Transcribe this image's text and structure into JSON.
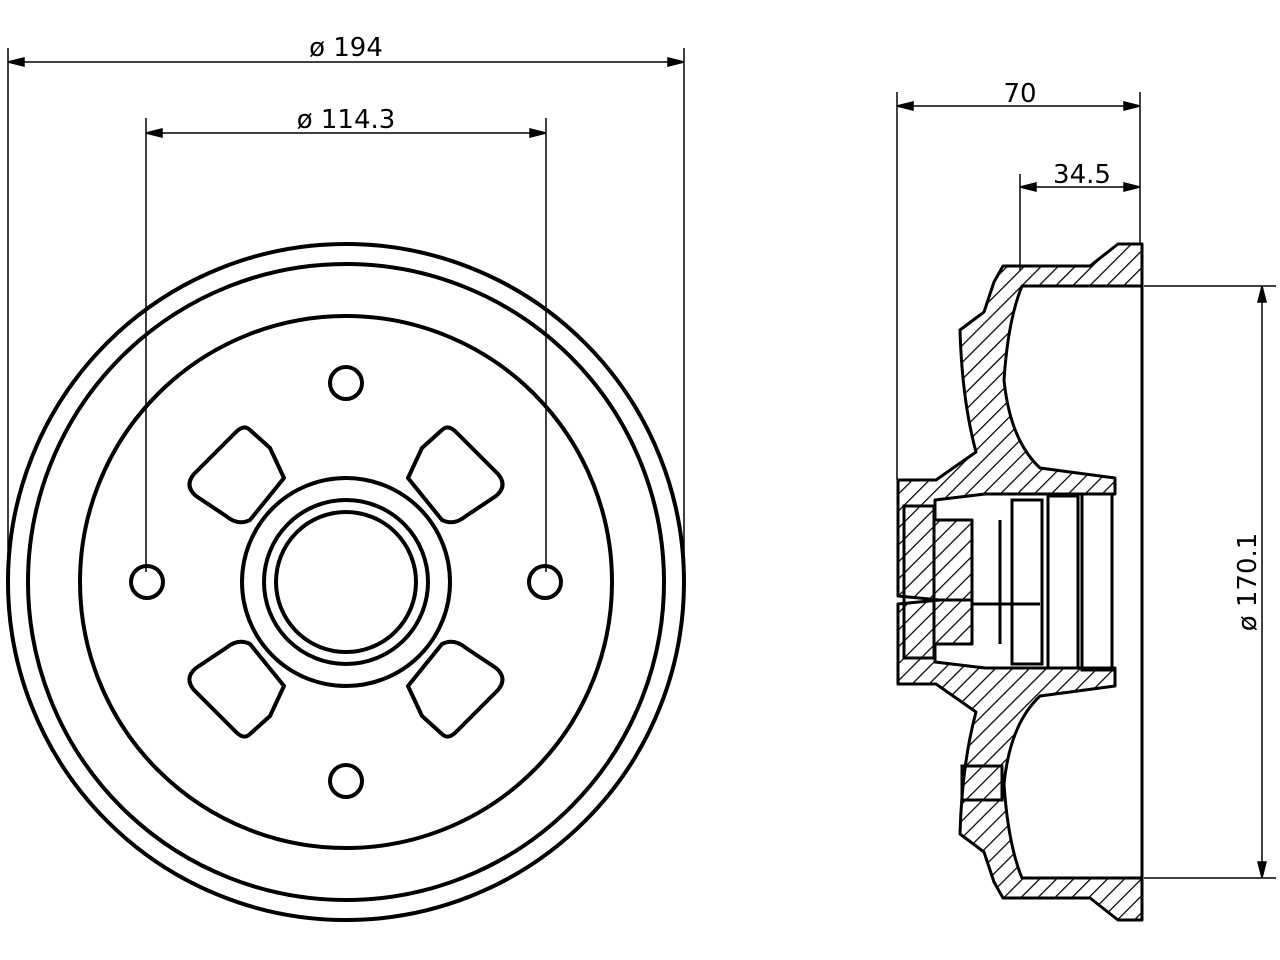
{
  "front_view": {
    "outer_diameter_label": "ø 194",
    "pcd_label": "ø 114.3"
  },
  "side_view": {
    "overall_width_label": "70",
    "drum_depth_label": "34.5",
    "inner_diameter_label": "ø 170.1"
  },
  "colors": {
    "line": "#000000",
    "background": "#ffffff"
  }
}
